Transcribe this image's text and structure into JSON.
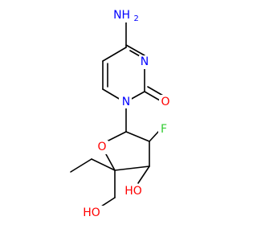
{
  "molecule": {
    "colors": {
      "bond": "#000000",
      "nitrogen": "#0000ff",
      "oxygen": "#ff0000",
      "fluorine": "#33cc33",
      "carbon": "#000000"
    },
    "labels": {
      "amine": "NH",
      "amine_subscript": "2",
      "n3": "N",
      "n1": "N",
      "carbonyl_o": "O",
      "ring_o": "O",
      "fluorine": "F",
      "ring_oh": "HO",
      "hydroxymethyl_oh": "HO"
    }
  }
}
